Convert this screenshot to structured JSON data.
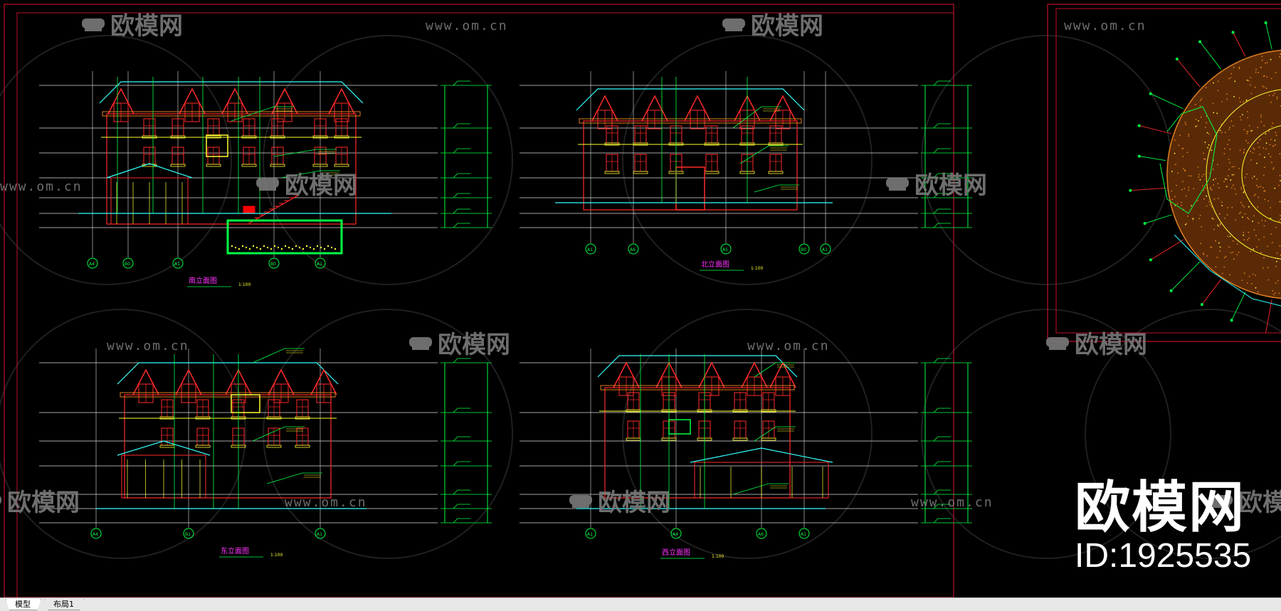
{
  "colors": {
    "background": "#000000",
    "frame_red": "#c0102a",
    "grid_white": "#dcdcdc",
    "cad_red": "#ff2a2a",
    "cad_green": "#00ff44",
    "cad_yellow": "#ffff33",
    "cad_cyan": "#33ffff",
    "cad_magenta": "#ff33ff",
    "cad_orange": "#e08020",
    "watermark": "#7a7a7a"
  },
  "watermarks": {
    "url": "www.om.cn",
    "brand": "欧模网"
  },
  "drawings": [
    {
      "title": "南立面图",
      "scale": "1:100",
      "axes": [
        "A4",
        "B0",
        "A1",
        "B0",
        "A1"
      ]
    },
    {
      "title": "北立面图",
      "scale": "1:100",
      "axes": [
        "A1",
        "A6",
        "A5",
        "B0",
        "A1"
      ]
    },
    {
      "title": "东立面图",
      "scale": "1:100",
      "axes": [
        "A4",
        "B1",
        "A1"
      ]
    },
    {
      "title": "西立面图",
      "scale": "1:100",
      "axes": [
        "A1",
        "A4",
        "A6",
        "A1"
      ]
    }
  ],
  "badge": {
    "brand": "欧模网",
    "id": "ID:1925535"
  },
  "tabs": [
    {
      "label": "模型"
    },
    {
      "label": "布局1"
    }
  ]
}
